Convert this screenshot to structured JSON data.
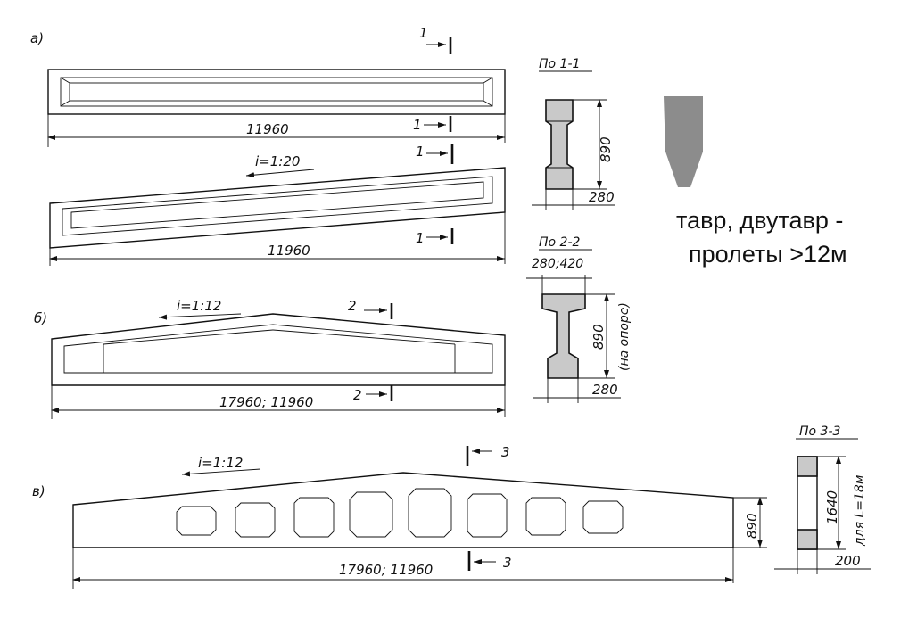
{
  "labels": {
    "a": "а)",
    "b": "б)",
    "v": "в)"
  },
  "slopes": {
    "a": "i=1:20",
    "b": "i=1:12",
    "v": "i=1:12"
  },
  "dimensions": {
    "a_top_length": "11960",
    "a_bottom_length": "11960",
    "b_length": "17960; 11960",
    "v_length": "17960; 11960",
    "sec11_height": "890",
    "sec11_width": "280",
    "sec22_top": "280;420",
    "sec22_height": "890",
    "sec22_height_note": "(на опоре)",
    "sec22_width": "280",
    "v_end_height": "890",
    "sec33_height": "1640",
    "sec33_height_note": "для L=18м",
    "sec33_width": "200"
  },
  "section_marks": {
    "m1": "1",
    "m2": "2",
    "m3": "3"
  },
  "section_titles": {
    "s11": "По 1-1",
    "s22": "По 2-2",
    "s33": "По 3-3"
  },
  "caption": {
    "line1": "тавр, двутавр -",
    "line2": "пролеты >12м"
  },
  "colors": {
    "ink": "#111111",
    "shape_fill": "#8c8c8c",
    "hatch_fill": "#c9c9c9"
  }
}
